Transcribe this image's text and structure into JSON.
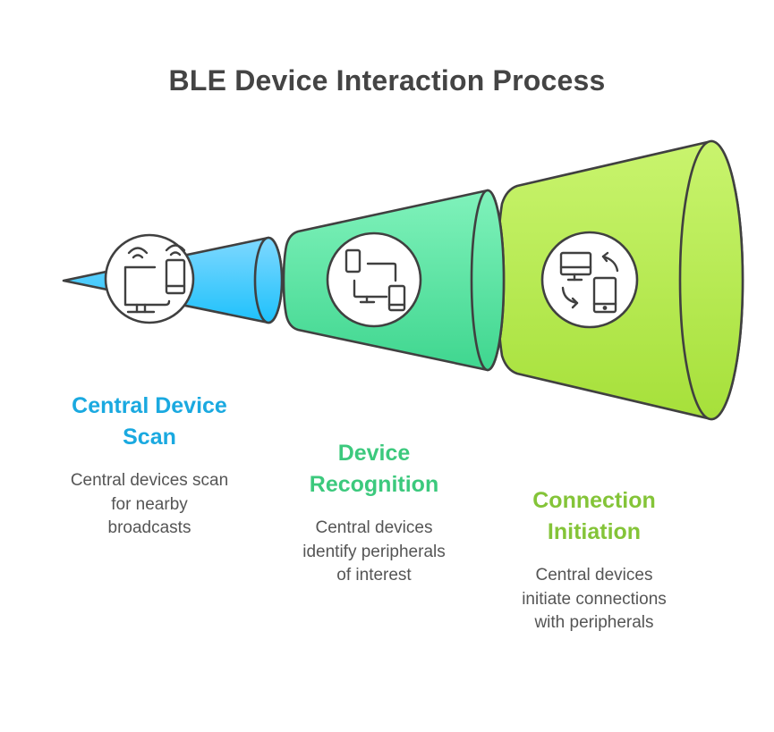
{
  "title": "BLE Device Interaction Process",
  "colors": {
    "stroke": "#404040",
    "title_text": "#444444",
    "desc_text": "#555555",
    "stage1": {
      "top": "#7fd8ff",
      "bottom": "#1ec1fb",
      "label": "#1aa9e0"
    },
    "stage2": {
      "top": "#80f2bb",
      "bottom": "#3fd68f",
      "label": "#3cc97d"
    },
    "stage3": {
      "top": "#c9f46e",
      "bottom": "#a6e03a",
      "label": "#84c438"
    }
  },
  "steps": [
    {
      "id": "central-device-scan",
      "title_lines": [
        "Central Device",
        "Scan"
      ],
      "desc_lines": [
        "Central devices scan",
        "for nearby",
        "broadcasts"
      ],
      "icon": "computer-phone-wifi-icon"
    },
    {
      "id": "device-recognition",
      "title_lines": [
        "Device",
        "Recognition"
      ],
      "desc_lines": [
        "Central devices",
        "identify peripherals",
        "of interest"
      ],
      "icon": "devices-network-icon"
    },
    {
      "id": "connection-initiation",
      "title_lines": [
        "Connection",
        "Initiation"
      ],
      "desc_lines": [
        "Central devices",
        "initiate connections",
        "with peripherals"
      ],
      "icon": "device-sync-icon"
    }
  ]
}
